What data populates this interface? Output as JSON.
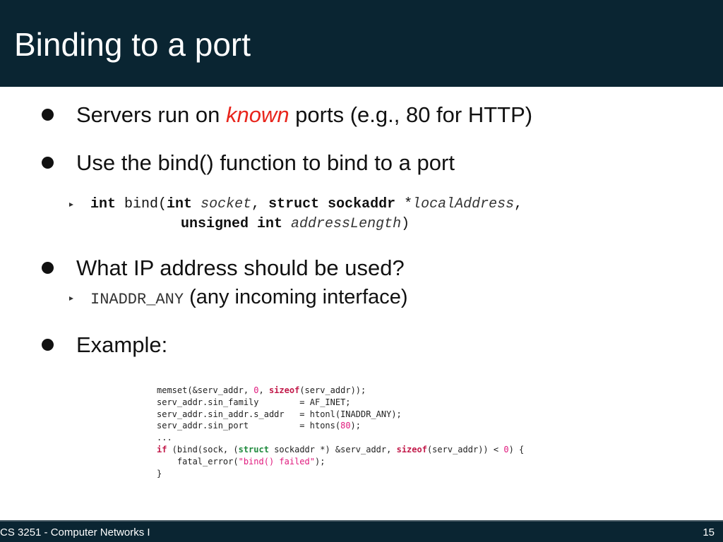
{
  "slide": {
    "title": "Binding to a port"
  },
  "bullets": {
    "b1": {
      "pre": "Servers run on",
      "emph": "known",
      "post": " ports (e.g., 80 for HTTP)"
    },
    "b2": {
      "text": "Use the bind() function to bind to a port"
    },
    "sig": {
      "kw_int": "int",
      "fn": " bind(",
      "kw_int2": "int",
      "p_socket": "socket",
      "comma1": ", ",
      "kw_struct": "struct sockaddr",
      "star": " *",
      "p_local": "localAddress",
      "comma2": ",",
      "kw_unsigned": "unsigned int",
      "p_len": "addressLength",
      "close": ")"
    },
    "b3": {
      "text": "What IP address should be used?"
    },
    "b3_sub": {
      "code": "INADDR_ANY",
      "text": " (any incoming interface)"
    },
    "b4": {
      "text": "Example:"
    }
  },
  "code": {
    "l1_a": "memset(&serv_addr, ",
    "l1_num": "0",
    "l1_b": ", ",
    "l1_kw": "sizeof",
    "l1_c": "(serv_addr));",
    "l2": "serv_addr.sin_family        = AF_INET;",
    "l3": "serv_addr.sin_addr.s_addr   = htonl(INADDR_ANY);",
    "l4_a": "serv_addr.sin_port          = htons(",
    "l4_num": "80",
    "l4_b": ");",
    "l5": "...",
    "l6_kw": "if",
    "l6_a": " (bind(sock, (",
    "l6_typ": "struct",
    "l6_b": " sockaddr *) &serv_addr, ",
    "l6_kw2": "sizeof",
    "l6_c": "(serv_addr)) < ",
    "l6_num": "0",
    "l6_d": ") {",
    "l7_a": "    fatal_error(",
    "l7_str": "\"bind() failed\"",
    "l7_b": ");",
    "l8": "}"
  },
  "footer": {
    "course": "CS 3251 - Computer Networks I",
    "page": "15"
  },
  "colors": {
    "header_bg": "#0a2532",
    "emphasis": "#e8251c",
    "keyword": "#c21a4a",
    "number": "#e0197d",
    "type": "#1f8a3d"
  }
}
